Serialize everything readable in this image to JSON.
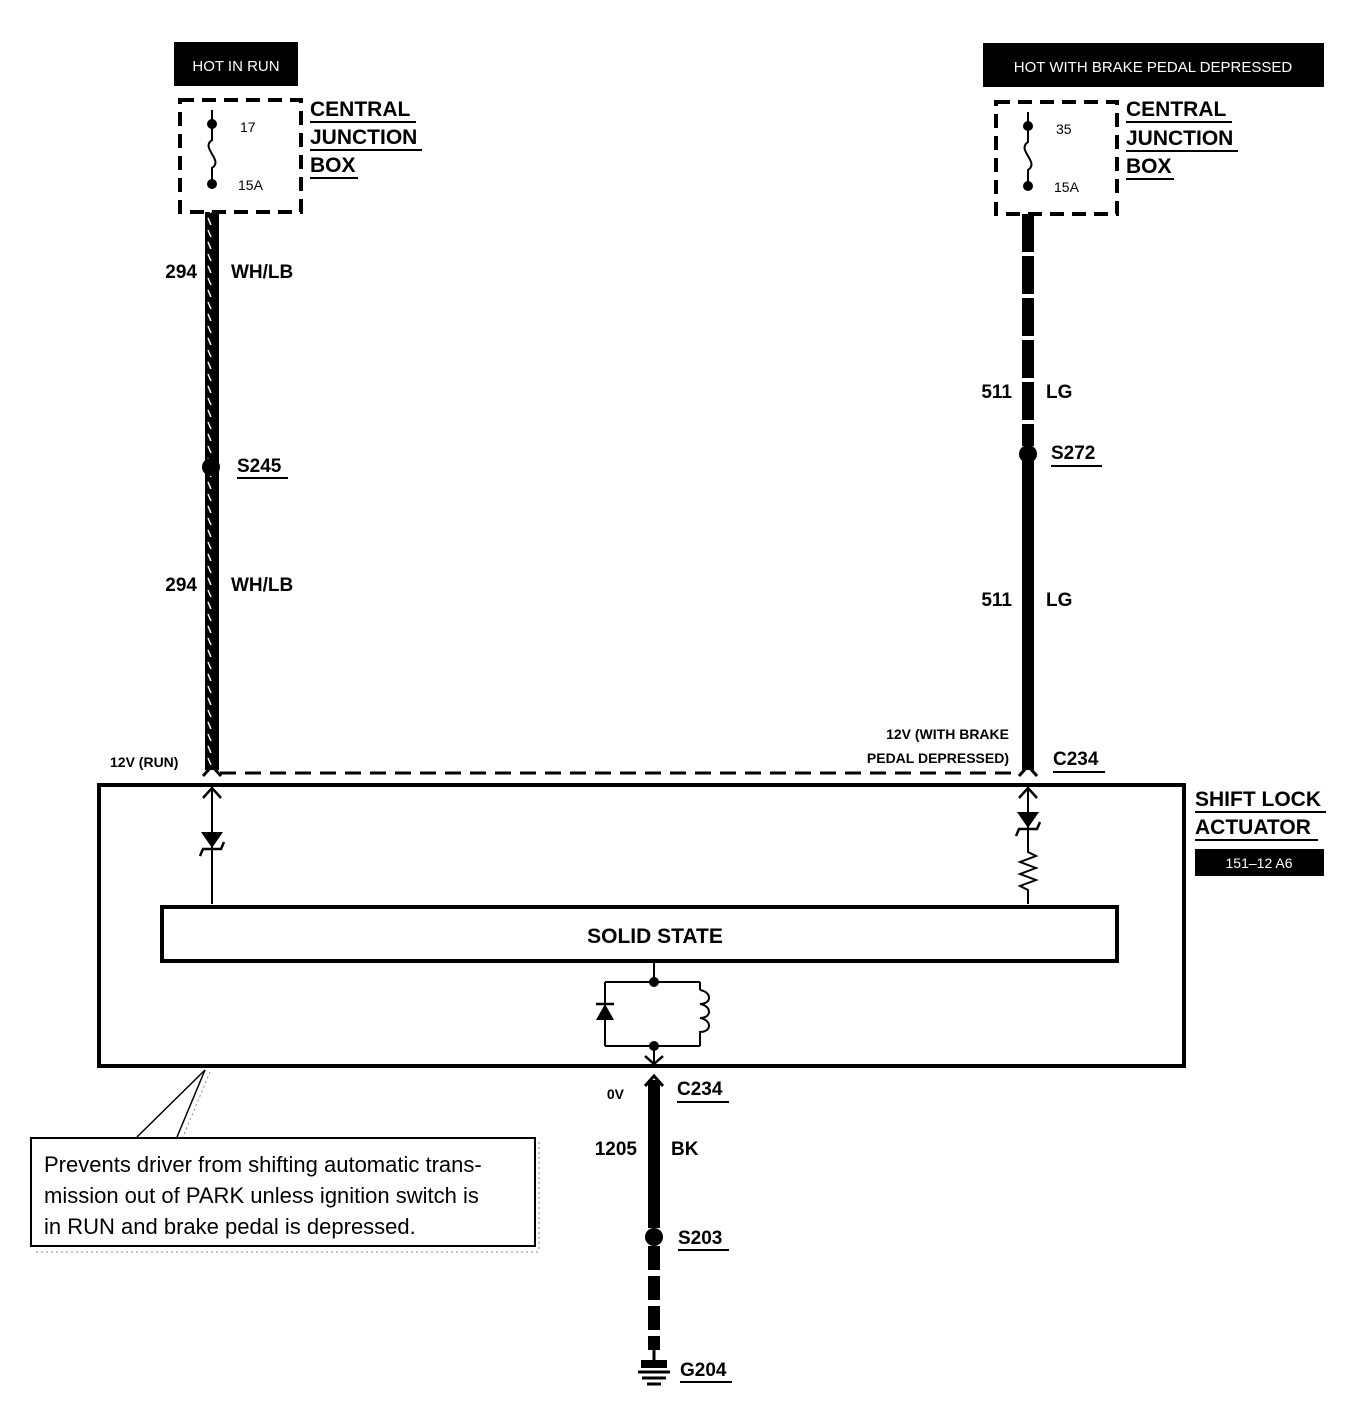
{
  "left_circuit": {
    "power_tag": "HOT IN RUN",
    "fuse_number": "17",
    "fuse_rating": "15A",
    "junction_box": [
      "CENTRAL",
      "JUNCTION",
      "BOX"
    ],
    "wire_upper": {
      "circuit": "294",
      "color": "WH/LB"
    },
    "splice": "S245",
    "wire_lower": {
      "circuit": "294",
      "color": "WH/LB"
    },
    "voltage": "12V (RUN)"
  },
  "right_circuit": {
    "power_tag": "HOT WITH BRAKE PEDAL DEPRESSED",
    "fuse_number": "35",
    "fuse_rating": "15A",
    "junction_box": [
      "CENTRAL",
      "JUNCTION",
      "BOX"
    ],
    "wire_upper": {
      "circuit": "511",
      "color": "LG"
    },
    "splice": "S272",
    "wire_lower": {
      "circuit": "511",
      "color": "LG"
    },
    "voltage": [
      "12V (WITH BRAKE",
      "PEDAL DEPRESSED)"
    ],
    "connector": "C234"
  },
  "actuator": {
    "name": [
      "SHIFT LOCK",
      "ACTUATOR"
    ],
    "ref_tag": "151–12 A6",
    "module": "SOLID STATE"
  },
  "ground_circuit": {
    "voltage": "0V",
    "connector": "C234",
    "wire": {
      "circuit": "1205",
      "color": "BK"
    },
    "splice": "S203",
    "ground": "G204"
  },
  "note": "Prevents driver from shifting automatic trans-\nmission out of PARK unless ignition switch is\nin RUN and brake pedal is depressed."
}
